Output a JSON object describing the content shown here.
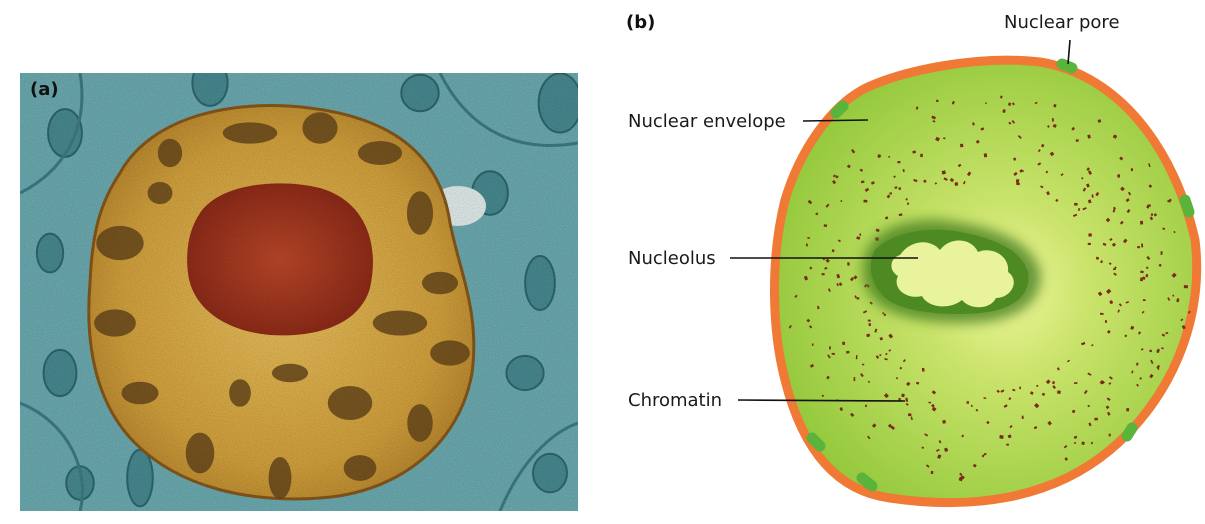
{
  "panels": {
    "a": {
      "tag": "(a)"
    },
    "b": {
      "tag": "(b)"
    }
  },
  "labels": {
    "nuclear_pore": "Nuclear pore",
    "nuclear_envelope": "Nuclear envelope",
    "nucleolus": "Nucleolus",
    "chromatin": "Chromatin"
  },
  "colors": {
    "micrograph_cytoplasm": "#6fb0b6",
    "micrograph_nucleus": "#d9a63e",
    "micrograph_nucleolus": "#a8321f",
    "micrograph_heterochromatin": "#6b4a1c",
    "envelope": "#f07a35",
    "pore": "#5ab33a",
    "nucleoplasm": "#a9d64a",
    "nucleolus_dark": "#4d8a22",
    "chromatin": "#7a2a1a"
  }
}
